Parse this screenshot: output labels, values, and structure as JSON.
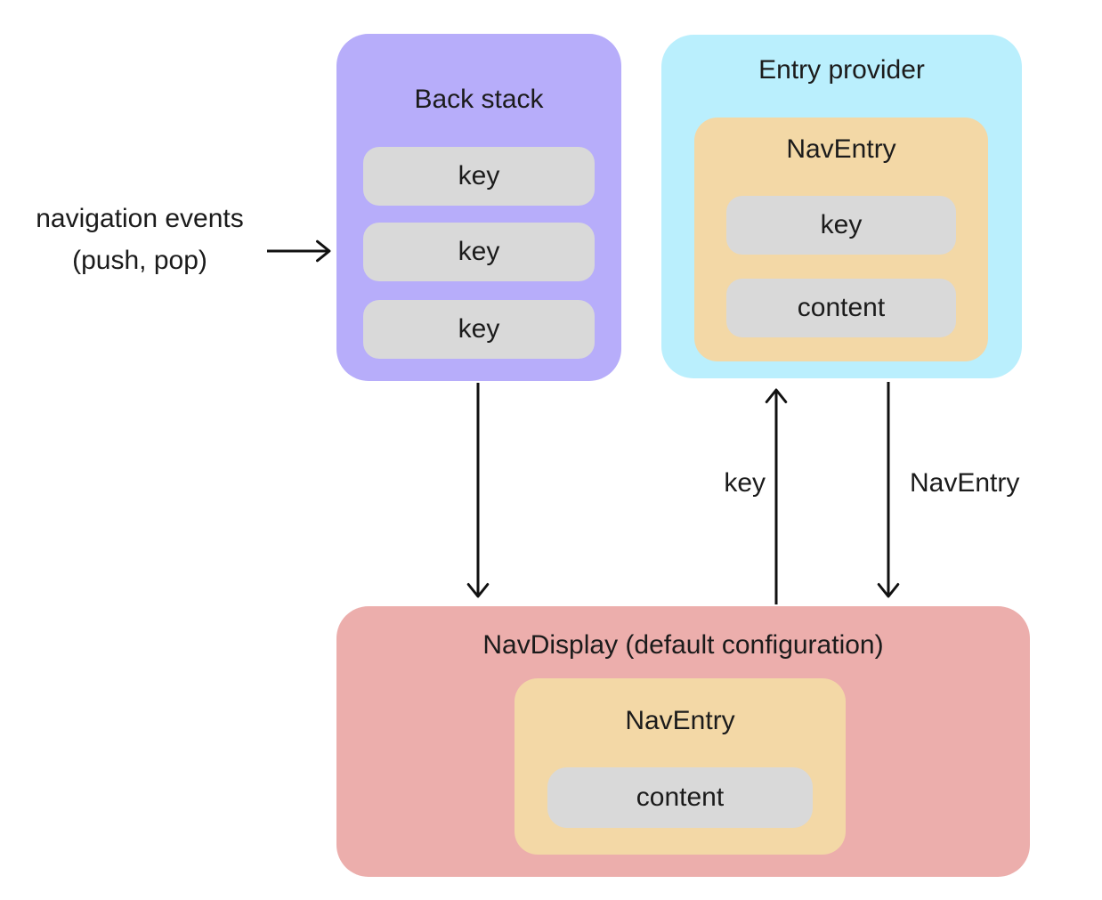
{
  "colors": {
    "purple": "#b7adfa",
    "cyan": "#baeffd",
    "tan": "#f3d8a6",
    "pink": "#ecaeac",
    "gray": "#d9d9d9",
    "text": "#1b1b1b",
    "arrow": "#111111"
  },
  "annotation": {
    "line1": "navigation events",
    "line2": "(push, pop)"
  },
  "back_stack": {
    "title": "Back stack",
    "keys": [
      "key",
      "key",
      "key"
    ]
  },
  "entry_provider": {
    "title": "Entry provider",
    "nav_entry": {
      "title": "NavEntry",
      "key": "key",
      "content": "content"
    }
  },
  "nav_display": {
    "title": "NavDisplay (default configuration)",
    "nav_entry": {
      "title": "NavEntry",
      "content": "content"
    }
  },
  "arrow_labels": {
    "key": "key",
    "nav_entry": "NavEntry"
  }
}
